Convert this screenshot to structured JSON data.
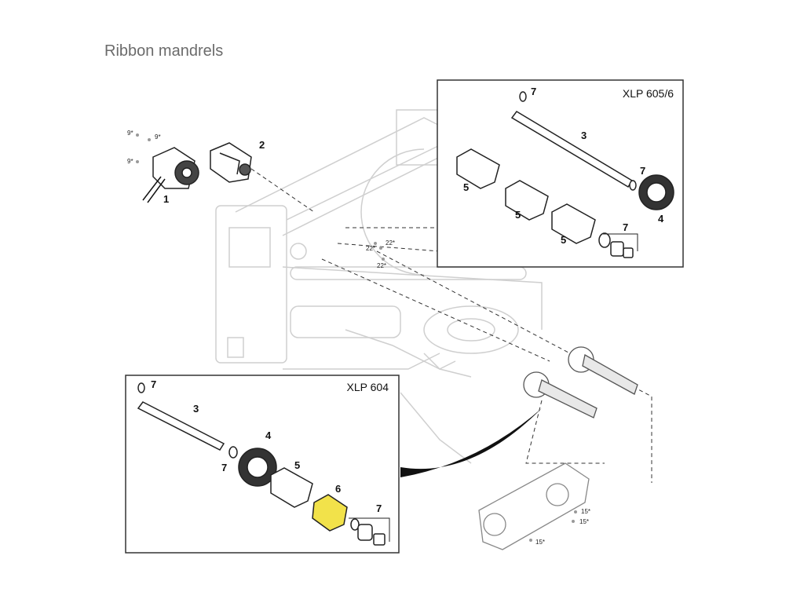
{
  "title": "Ribbon mandrels",
  "insets": {
    "upper": {
      "title": "XLP 605/6"
    },
    "lower": {
      "title": "XLP 604"
    }
  },
  "labels": {
    "upper": [
      "7",
      "3",
      "7",
      "5",
      "5",
      "5",
      "4",
      "7"
    ],
    "lower": [
      "7",
      "3",
      "4",
      "7",
      "5",
      "6",
      "7"
    ],
    "main": [
      "1",
      "2"
    ],
    "screws": [
      "9*",
      "9*",
      "9*",
      "22*",
      "22*",
      "22*",
      "15*",
      "15*",
      "15*"
    ]
  },
  "highlight": {
    "part": "6",
    "color": "#f2e24a"
  },
  "colors": {
    "line": "#222222",
    "faint": "#c8c8c8"
  }
}
